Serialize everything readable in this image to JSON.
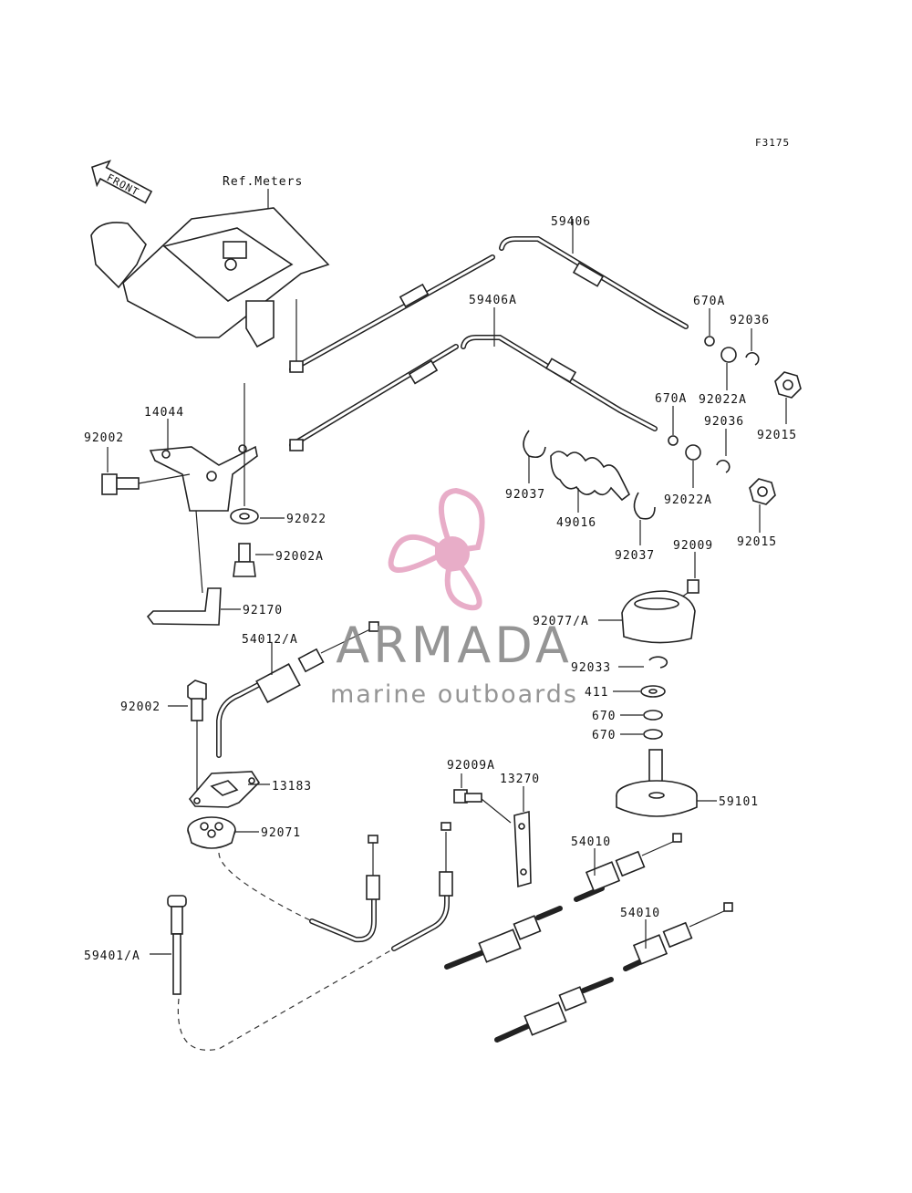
{
  "figure_code": "F3175",
  "front_label": "FRONT",
  "ref_label": "Ref.Meters",
  "watermark": {
    "brand": "ARMADA",
    "tagline": "marine outboards",
    "brand_color": "#8a8a8a",
    "logo_color": "#e6a5c3"
  },
  "parts": {
    "p59406": "59406",
    "p59406A": "59406A",
    "p670A_1": "670A",
    "p92036_1": "92036",
    "p92022A_1": "92022A",
    "p92015_1": "92015",
    "p670A_2": "670A",
    "p92036_2": "92036",
    "p92022A_2": "92022A",
    "p92015_2": "92015",
    "p14044": "14044",
    "p92002_1": "92002",
    "p92022": "92022",
    "p92002A": "92002A",
    "p92170": "92170",
    "p92037_1": "92037",
    "p49016": "49016",
    "p92037_2": "92037",
    "p92009": "92009",
    "p92077A": "92077/A",
    "p54012A": "54012/A",
    "p92033": "92033",
    "p411": "411",
    "p670_1": "670",
    "p670_2": "670",
    "p92002_2": "92002",
    "p13183": "13183",
    "p92071": "92071",
    "p92009A": "92009A",
    "p13270": "13270",
    "p59101": "59101",
    "p54010_1": "54010",
    "p54010_2": "54010",
    "p59401A": "59401/A"
  }
}
